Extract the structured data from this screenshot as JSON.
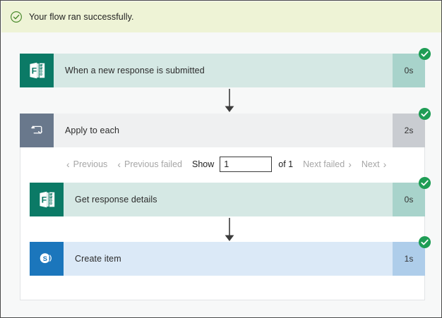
{
  "banner": {
    "icon": "check-circle-icon",
    "message": "Your flow ran successfully.",
    "background_color": "#eef3d6",
    "icon_color": "#3f8a29"
  },
  "flow": {
    "trigger": {
      "icon": "microsoft-forms-icon",
      "title": "When a new response is submitted",
      "duration": "0s",
      "status": "succeeded",
      "accent_color": "#0b7a66"
    },
    "scope": {
      "icon": "loop-repeat-icon",
      "title": "Apply to each",
      "duration": "2s",
      "status": "succeeded",
      "accent_color": "#69788c",
      "pager": {
        "previous_label": "Previous",
        "previous_failed_label": "Previous failed",
        "show_label": "Show",
        "page_value": "1",
        "page_placeholder": "1",
        "total_label": "of 1",
        "next_failed_label": "Next failed",
        "next_label": "Next"
      },
      "actions": [
        {
          "icon": "microsoft-forms-icon",
          "title": "Get response details",
          "duration": "0s",
          "status": "succeeded",
          "accent_color": "#0b7a66"
        },
        {
          "icon": "sharepoint-icon",
          "title": "Create item",
          "duration": "1s",
          "status": "succeeded",
          "accent_color": "#1b76bc"
        }
      ]
    }
  },
  "colors": {
    "status_success": "#1f9d55",
    "connector": "#3c3c3c"
  }
}
